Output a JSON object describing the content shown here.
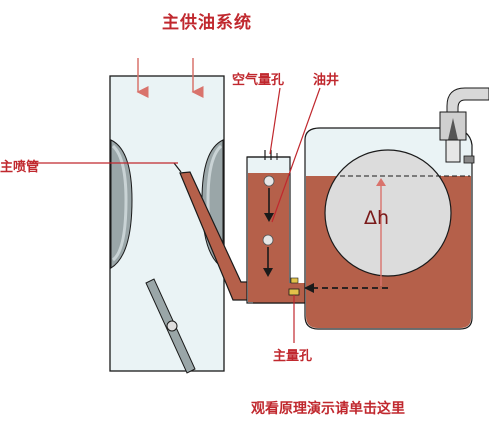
{
  "title": "主供油系统",
  "labels": {
    "main_nozzle": "主喷管",
    "air_jet": "空气量孔",
    "oil_well": "油井",
    "main_jet": "主量孔",
    "delta_h": "Δh"
  },
  "link_text": "观看原理演示请单击这里",
  "colors": {
    "fuel": "#b5604a",
    "label_red": "#c0282e",
    "outline": "#1a1a1a",
    "glass": "#eaf3f5",
    "venturi_gray": "#9aa6a8",
    "float_gray": "#dcdcdc"
  }
}
